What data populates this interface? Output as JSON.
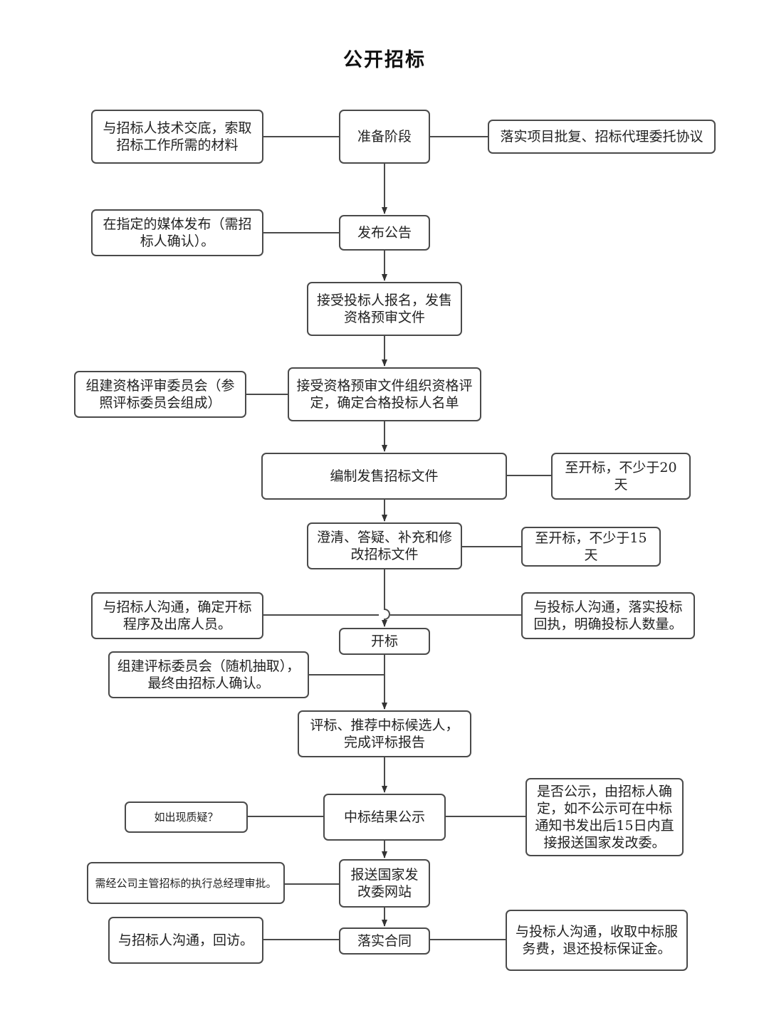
{
  "title": "公开招标",
  "main_steps": [
    {
      "id": "prepare",
      "text": "准备阶段"
    },
    {
      "id": "publish",
      "text": "发布公告"
    },
    {
      "id": "register",
      "text": "接受投标人报名，发售资格预审文件"
    },
    {
      "id": "prequal",
      "text": "接受资格预审文件组织资格评定，确定合格投标人名单"
    },
    {
      "id": "compile",
      "text": "编制发售招标文件"
    },
    {
      "id": "clarify",
      "text": "澄清、答疑、补充和修改招标文件"
    },
    {
      "id": "open",
      "text": "开标"
    },
    {
      "id": "evaluate",
      "text": "评标、推荐中标候选人，完成评标报告"
    },
    {
      "id": "publicity",
      "text": "中标结果公示"
    },
    {
      "id": "report",
      "text": "报送国家发改委网站"
    },
    {
      "id": "contract",
      "text": "落实合同"
    }
  ],
  "side_notes": [
    {
      "id": "n-prepare-left",
      "text": "与招标人技术交底，索取招标工作所需的材料"
    },
    {
      "id": "n-prepare-right",
      "text": "落实项目批复、招标代理委托协议"
    },
    {
      "id": "n-publish-left",
      "text": "在指定的媒体发布（需招标人确认）。"
    },
    {
      "id": "n-prequal-left",
      "text": "组建资格评审委员会（参照评标委员会组成）"
    },
    {
      "id": "n-compile-right",
      "text": "至开标，不少于20天"
    },
    {
      "id": "n-clarify-right",
      "text": "至开标，不少于15天"
    },
    {
      "id": "n-open-left",
      "text": "与招标人沟通，确定开标程序及出席人员。"
    },
    {
      "id": "n-open-right",
      "text": "与投标人沟通，落实投标回执，明确投标人数量。"
    },
    {
      "id": "n-committee-left",
      "text": "组建评标委员会（随机抽取），最终由招标人确认。"
    },
    {
      "id": "n-publicity-left",
      "text": "如出现质疑？"
    },
    {
      "id": "n-publicity-right",
      "text": "是否公示，由招标人确定，如不公示可在中标通知书发出后15日内直接报送国家发改委。"
    },
    {
      "id": "n-report-left",
      "text": "需经公司主管招标的执行总经理审批。"
    },
    {
      "id": "n-contract-left",
      "text": "与招标人沟通，回访。"
    },
    {
      "id": "n-contract-right",
      "text": "与投标人沟通，收取中标服务费，退还投标保证金。"
    }
  ],
  "colors": {
    "stroke": "#4a4a4a",
    "text": "#222222",
    "background": "#ffffff"
  }
}
